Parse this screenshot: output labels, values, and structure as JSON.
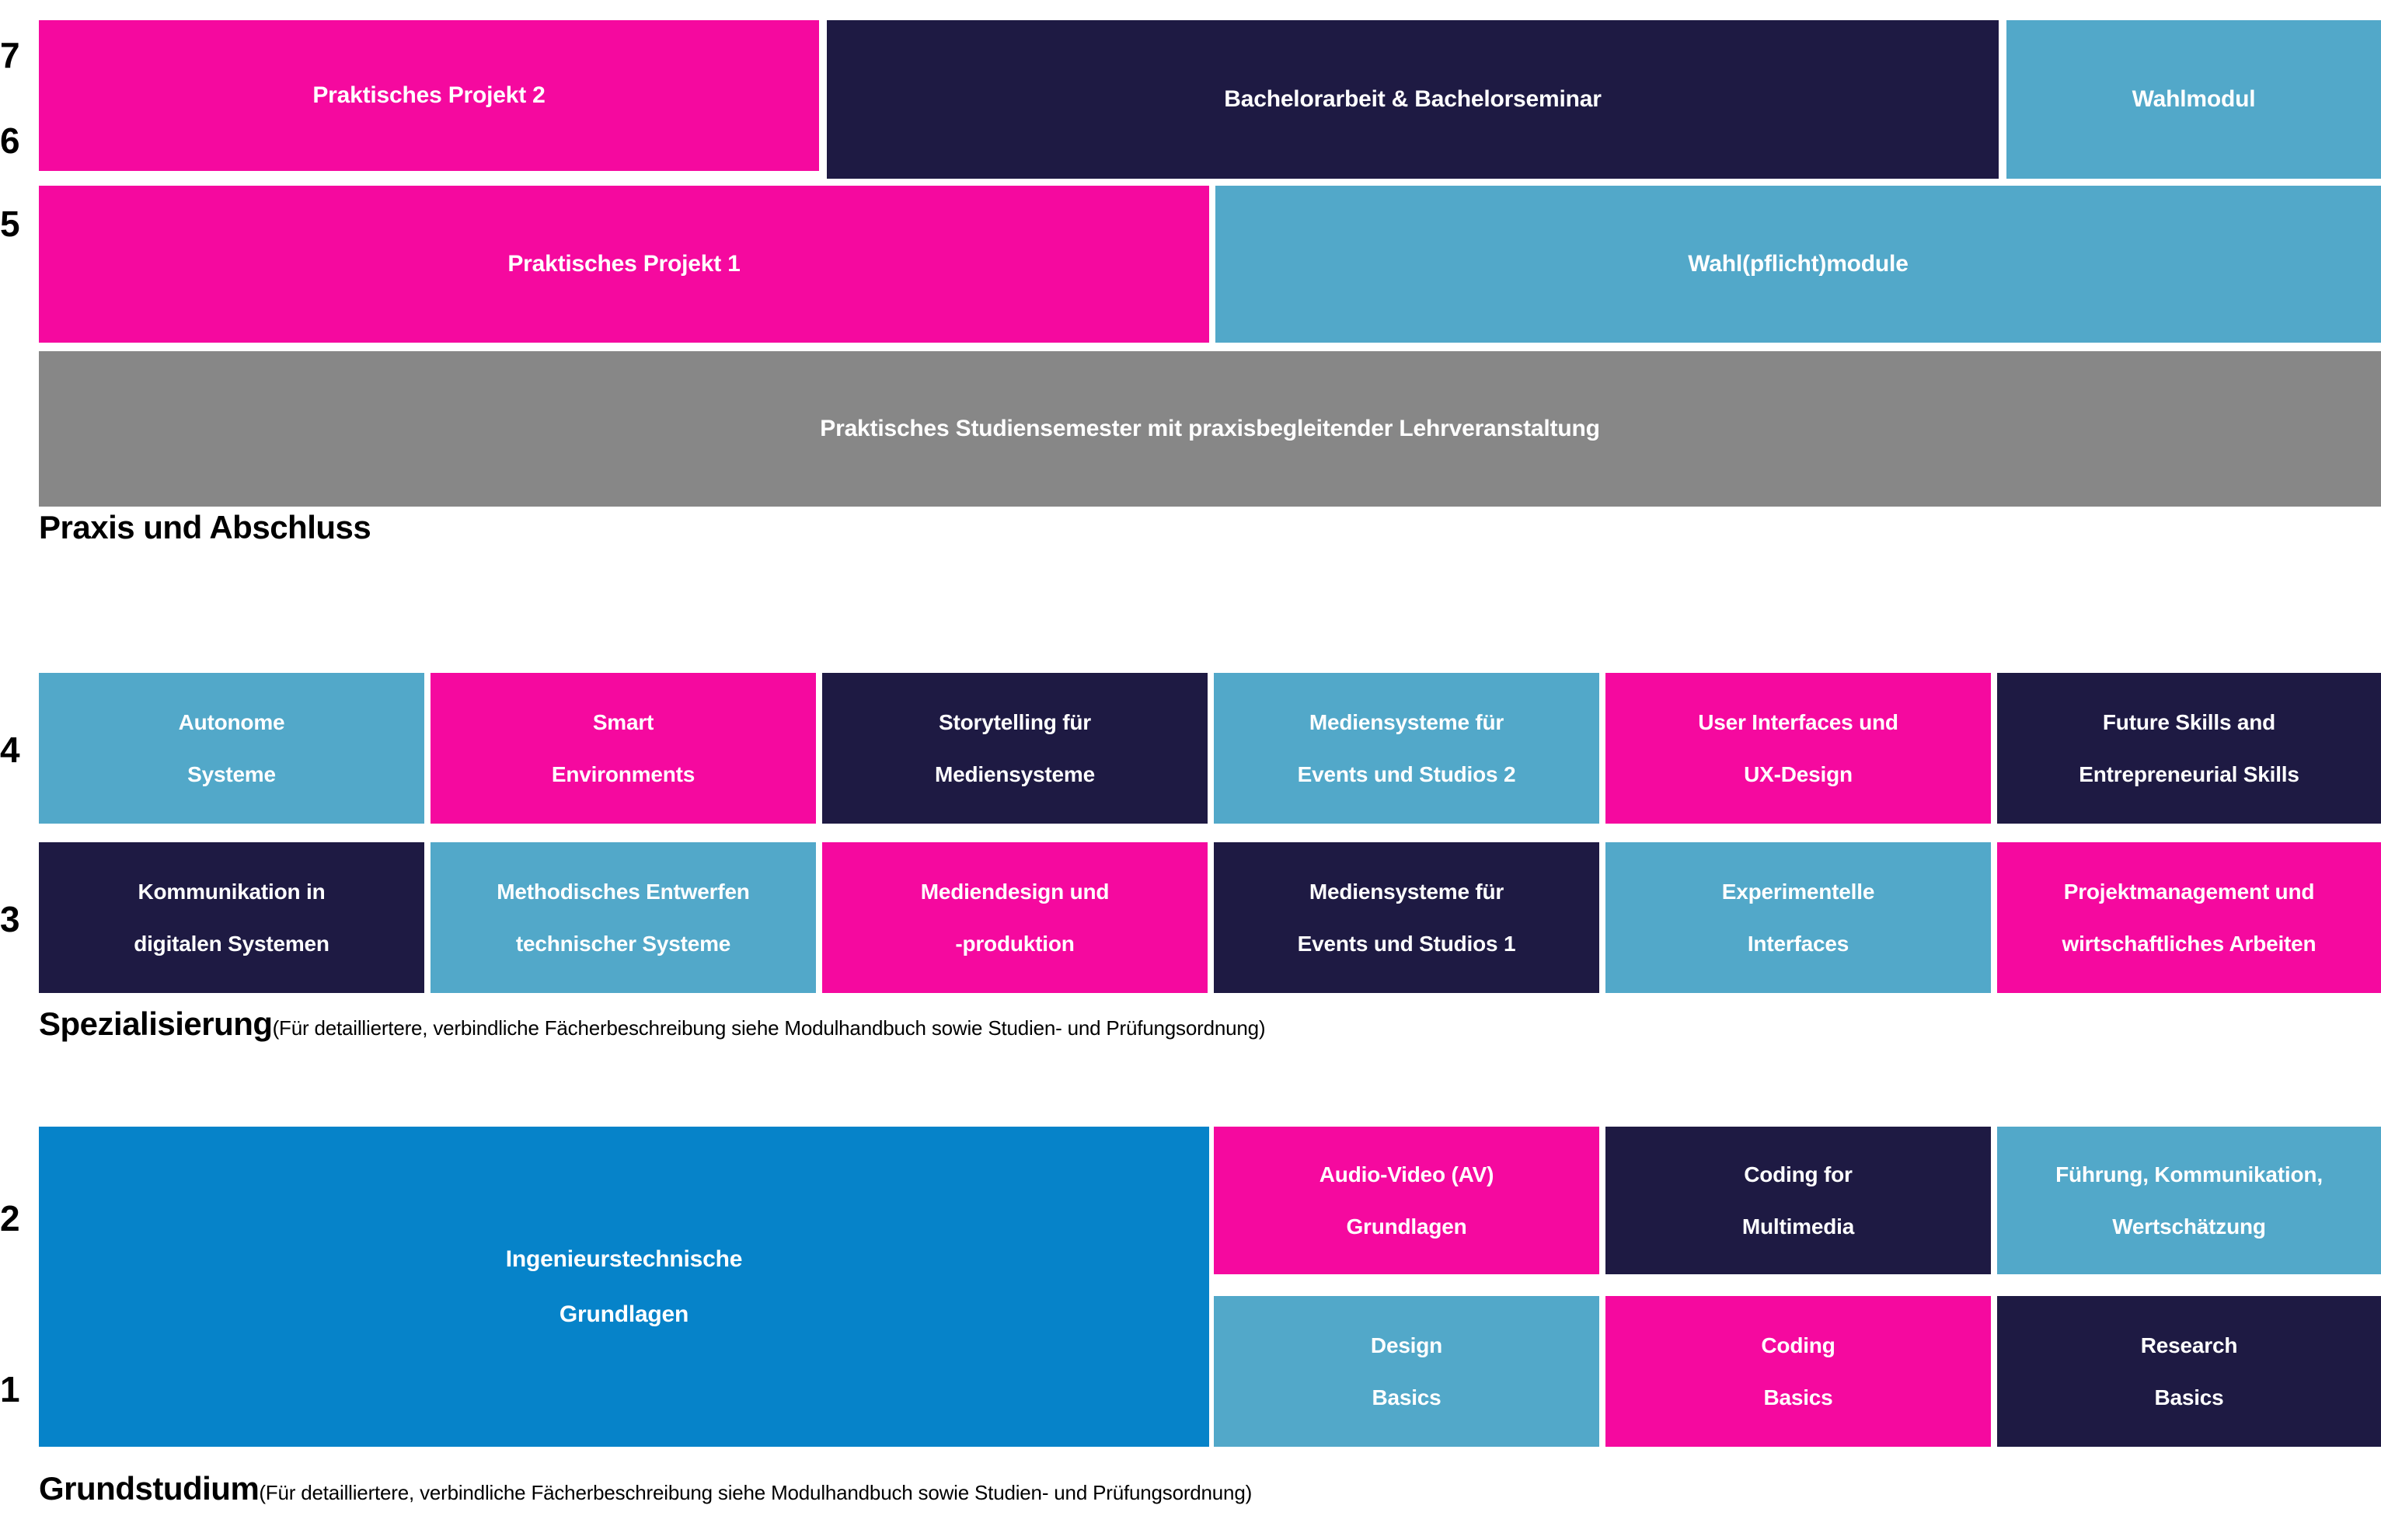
{
  "diagram": {
    "title_semantic": "Studienverlaufsplan",
    "semester_numbers": [
      "7",
      "6",
      "5",
      "4",
      "3",
      "2",
      "1"
    ],
    "colors": {
      "magenta": "#F5099F",
      "navy": "#1E1A43",
      "blue": "#52A8C9",
      "bright_blue": "#0683C9",
      "gray": "#878787",
      "text_light": "#FFFFFF",
      "text_dark": "#000000"
    }
  },
  "sections": {
    "praxis": {
      "caption_big": "Praxis und Abschluss",
      "caption_small": "",
      "semester_7": [
        {
          "label": "Praktisches Projekt 2",
          "color": "magenta"
        },
        {
          "label": "Bachelorarbeit & Bachelorseminar",
          "color": "navy"
        },
        {
          "label": "Wahlmodul",
          "color": "blue"
        }
      ],
      "semester_6": [
        {
          "label": "Praktisches Projekt 1",
          "color": "magenta"
        },
        {
          "label": "Wahl(pflicht)module",
          "color": "blue"
        }
      ],
      "semester_5": [
        {
          "label": "Praktisches Studiensemester mit praxisbegleitender Lehrveranstaltung",
          "color": "gray"
        }
      ]
    },
    "spezialisierung": {
      "caption_big": "Spezialisierung",
      "caption_small": "(Für detailliertere, verbindliche Fächerbeschreibung siehe Modulhandbuch sowie Studien- und Prüfungsordnung)",
      "semester_4": [
        {
          "line1": "Autonome",
          "line2": "Systeme",
          "color": "blue"
        },
        {
          "line1": "Smart",
          "line2": "Environments",
          "color": "magenta"
        },
        {
          "line1": "Storytelling für",
          "line2": "Mediensysteme",
          "color": "navy"
        },
        {
          "line1": "Mediensysteme für",
          "line2": "Events und Studios 2",
          "color": "blue"
        },
        {
          "line1": "User Interfaces und",
          "line2": "UX-Design",
          "color": "magenta"
        },
        {
          "line1": "Future Skills and",
          "line2": "Entrepreneurial Skills",
          "color": "navy"
        }
      ],
      "semester_3": [
        {
          "line1": "Kommunikation in",
          "line2": "digitalen Systemen",
          "color": "navy"
        },
        {
          "line1": "Methodisches Entwerfen",
          "line2": "technischer Systeme",
          "color": "blue"
        },
        {
          "line1": "Mediendesign und",
          "line2": "-produktion",
          "color": "magenta"
        },
        {
          "line1": "Mediensysteme für",
          "line2": "Events und Studios 1",
          "color": "navy"
        },
        {
          "line1": "Experimentelle",
          "line2": "Interfaces",
          "color": "blue"
        },
        {
          "line1": "Projektmanagement und",
          "line2": "wirtschaftliches Arbeiten",
          "color": "magenta"
        }
      ]
    },
    "grundstudium": {
      "caption_big": "Grundstudium",
      "caption_small": "(Für detailliertere, verbindliche Fächerbeschreibung siehe Modulhandbuch sowie Studien- und Prüfungsordnung)",
      "wide_block": {
        "line1": "Ingenieurstechnische",
        "line2": "Grundlagen",
        "color": "bright_blue"
      },
      "semester_2": [
        {
          "line1": "Audio-Video (AV)",
          "line2": "Grundlagen",
          "color": "magenta"
        },
        {
          "line1": "Coding for",
          "line2": "Multimedia",
          "color": "navy"
        },
        {
          "line1": "Führung, Kommunikation,",
          "line2": "Wertschätzung",
          "color": "blue"
        }
      ],
      "semester_1": [
        {
          "line1": "Design",
          "line2": "Basics",
          "color": "blue"
        },
        {
          "line1": "Coding",
          "line2": "Basics",
          "color": "magenta"
        },
        {
          "line1": "Research",
          "line2": "Basics",
          "color": "navy"
        }
      ]
    }
  }
}
